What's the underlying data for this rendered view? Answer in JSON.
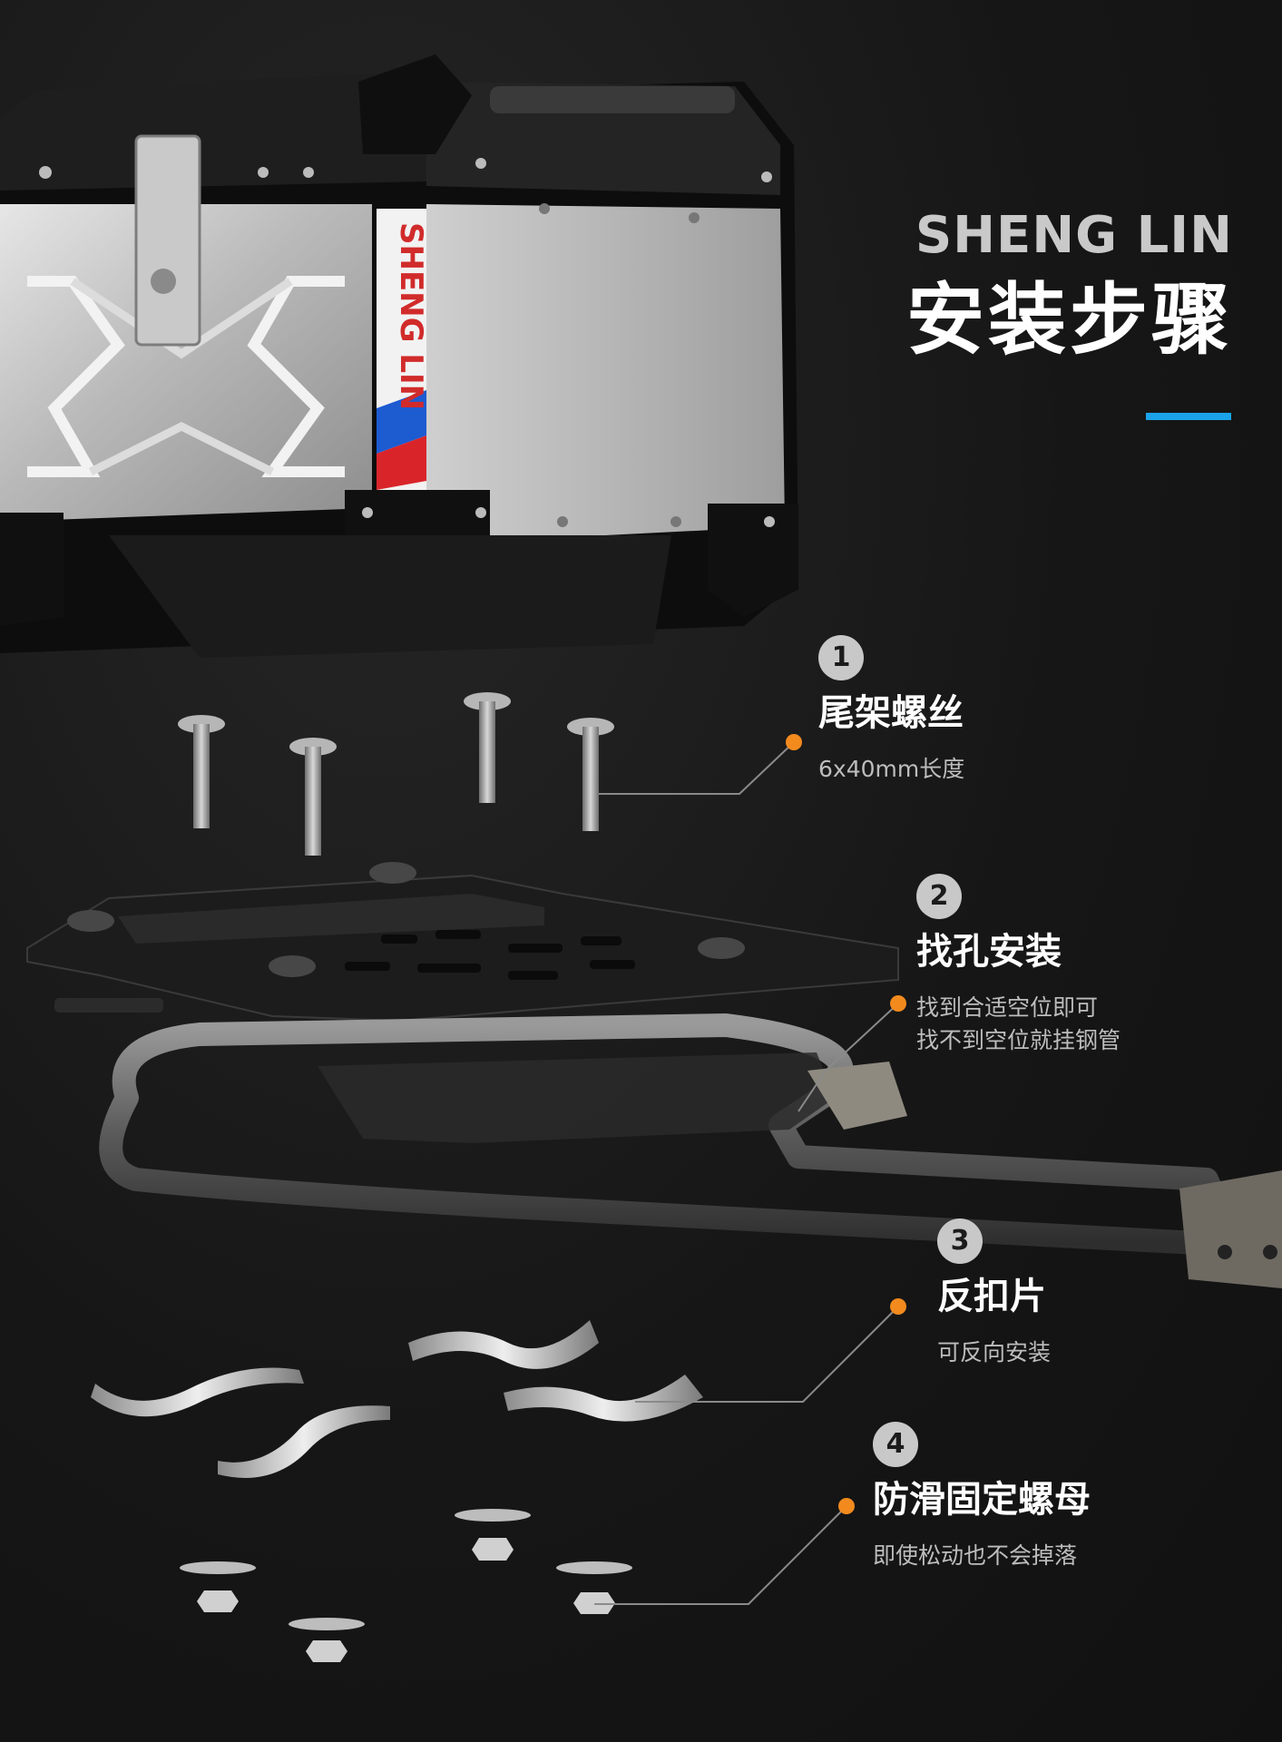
{
  "brand": {
    "name_en": "SHENG LIN",
    "title_cn": "安装步骤",
    "accent_color": "#1aa3e8"
  },
  "product": {
    "box_label": "SHENG LIN"
  },
  "steps": [
    {
      "number": "1",
      "title": "尾架螺丝",
      "desc": [
        "6x40mm长度"
      ]
    },
    {
      "number": "2",
      "title": "找孔安装",
      "desc": [
        "找到合适空位即可",
        "找不到空位就挂钢管"
      ]
    },
    {
      "number": "3",
      "title": "反扣片",
      "desc": [
        "可反向安装"
      ]
    },
    {
      "number": "4",
      "title": "防滑固定螺母",
      "desc": [
        "即使松动也不会掉落"
      ]
    }
  ],
  "colors": {
    "background": "#141414",
    "badge": "#c8c8c8",
    "pointer_dot": "#f28a1e",
    "leader_line": "#8a8a8a"
  }
}
